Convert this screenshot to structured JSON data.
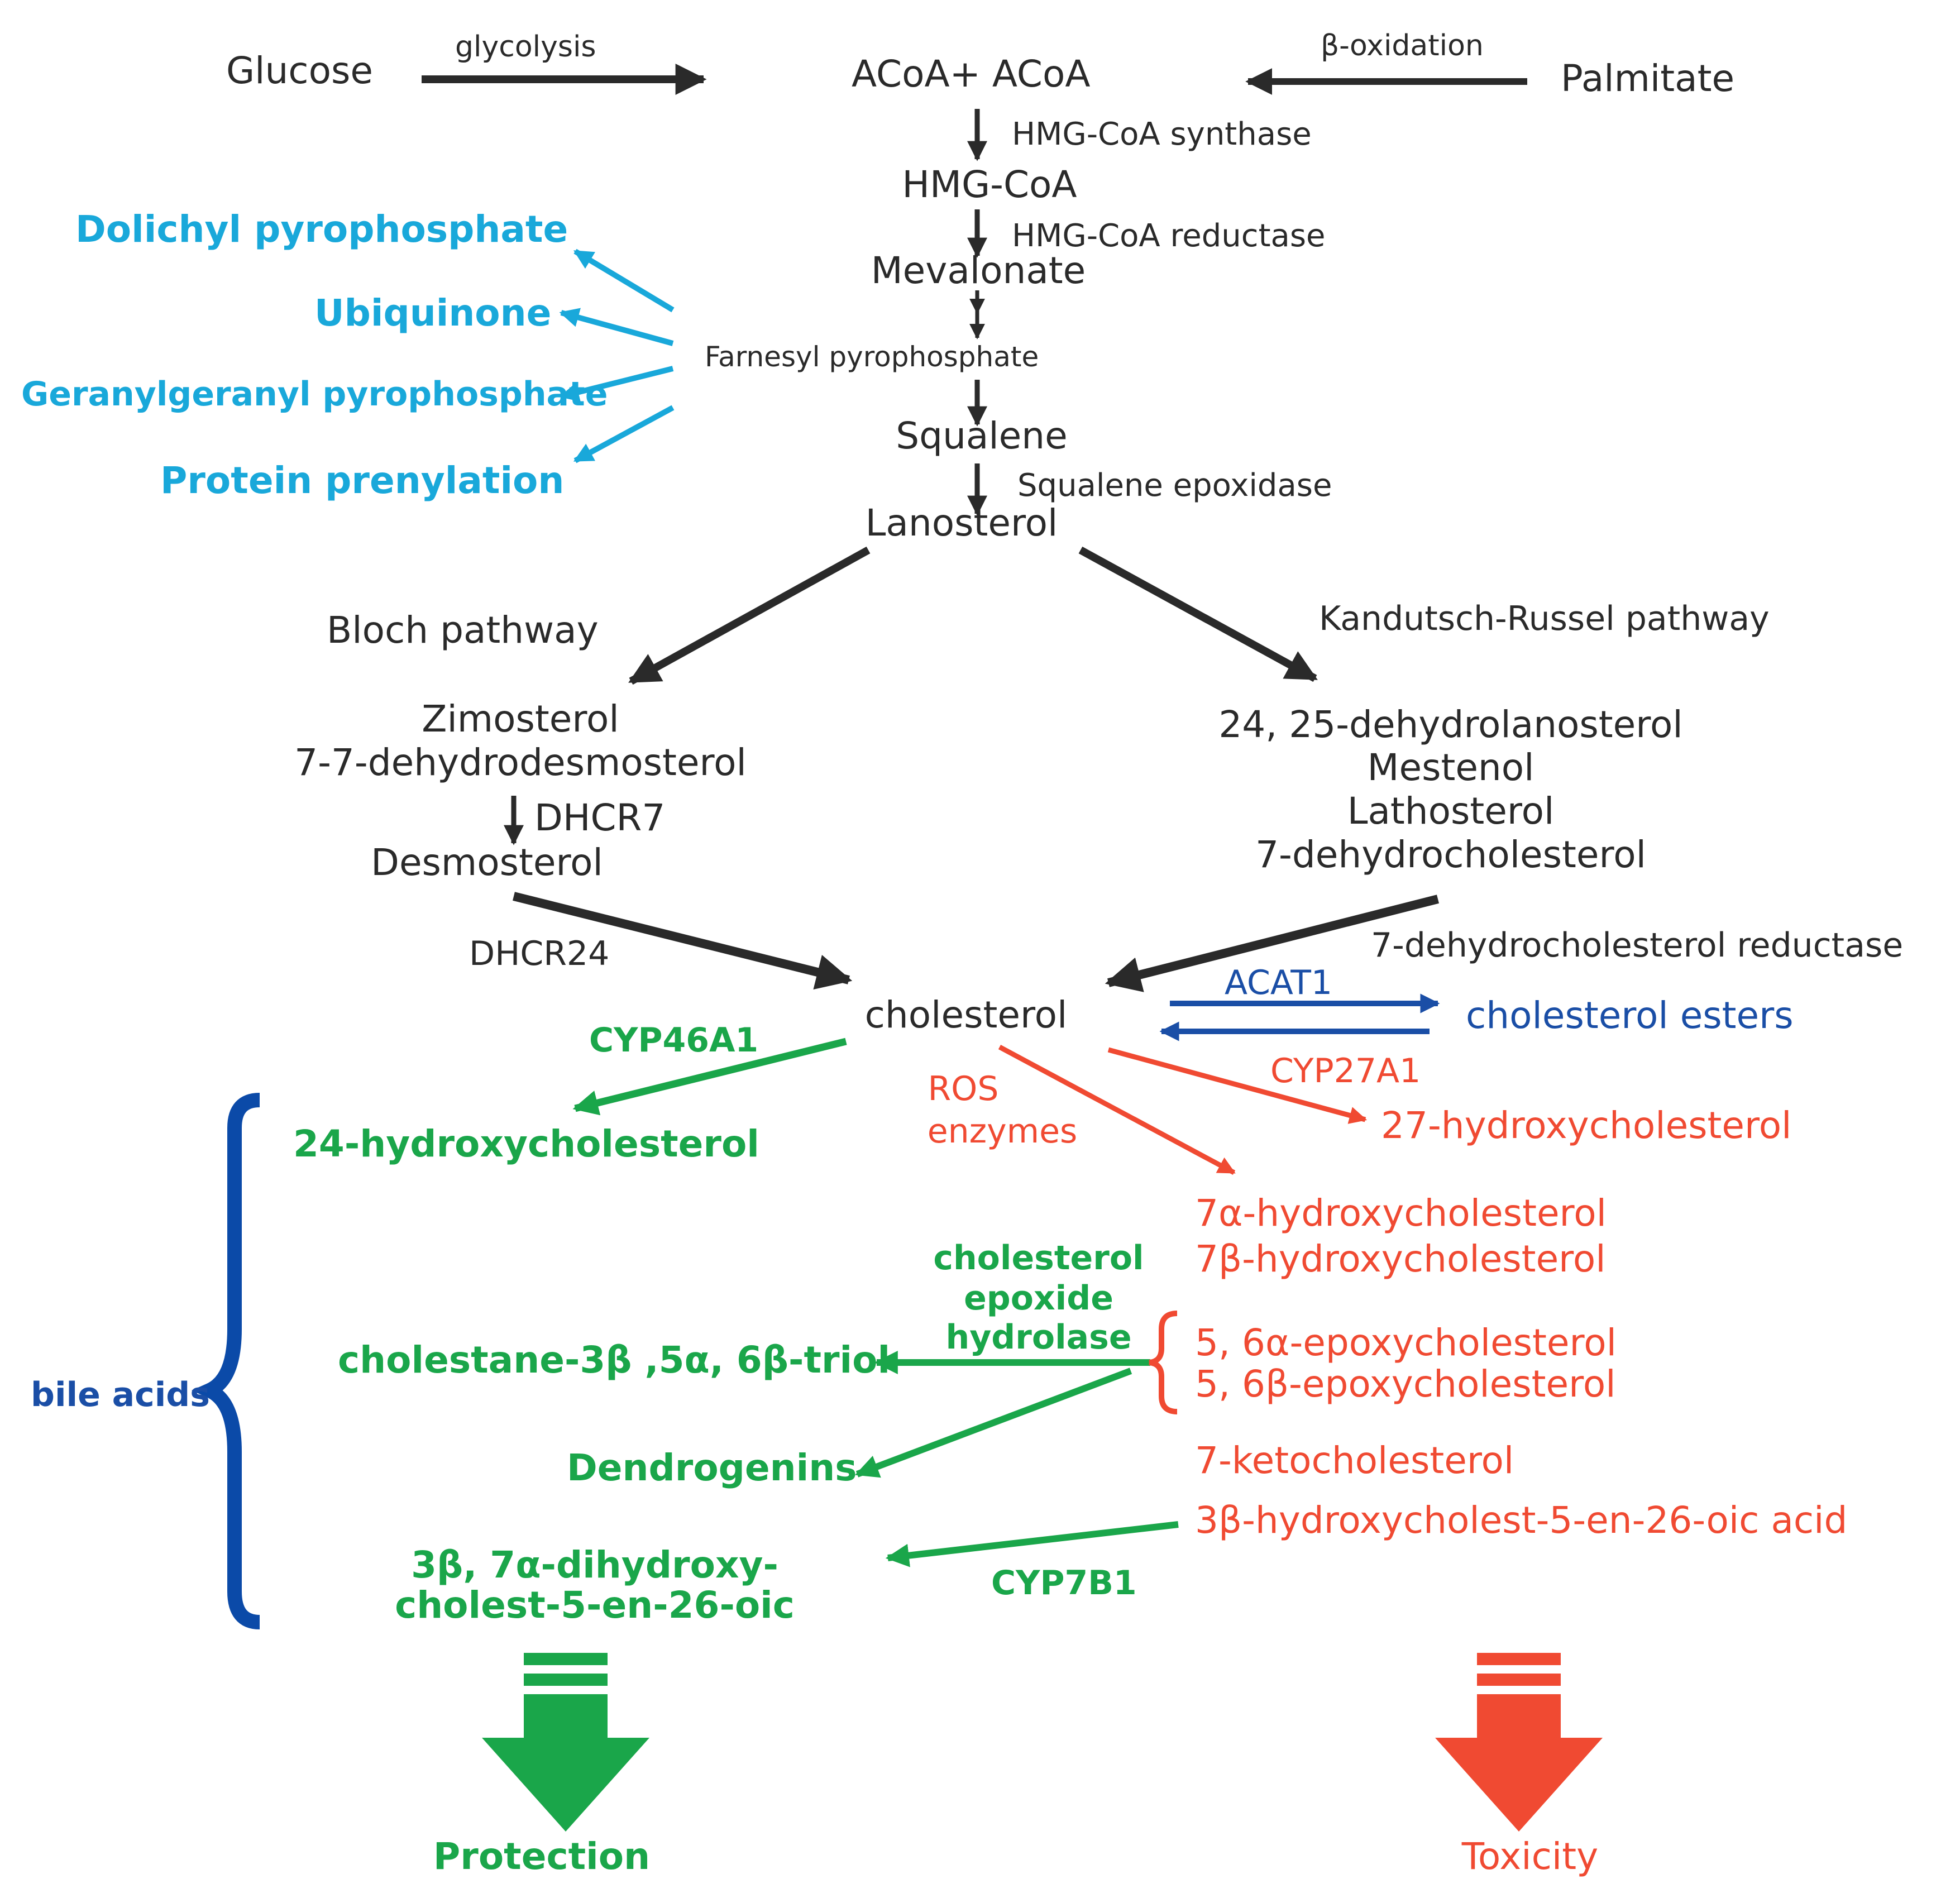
{
  "colors": {
    "main": "#2a2a2a",
    "branch": "#19a8da",
    "protective": "#1aa64a",
    "toxic": "#f04a32",
    "esterification": "#1a4ea6"
  },
  "top": {
    "glucose": "Glucose",
    "glycolysis": "glycolysis",
    "acoa": "ACoA+ ACoA",
    "beta_oxidation": "β-oxidation",
    "palmitate": "Palmitate"
  },
  "mevalonate": {
    "hmg_coa_synthase": "HMG-CoA synthase",
    "hmg_coa": "HMG-CoA",
    "hmg_coa_reductase": "HMG-CoA reductase",
    "mevalonate": "Mevalonate",
    "farnesyl": "Farnesyl pyrophosphate",
    "squalene": "Squalene",
    "squalene_epoxidase": "Squalene epoxidase",
    "lanosterol": "Lanosterol"
  },
  "isoprenoid_branches": [
    "Dolichyl pyrophosphate",
    "Ubiquinone",
    "Geranylgeranyl pyrophosphate",
    "Protein prenylation"
  ],
  "bloch": {
    "name": "Bloch pathway",
    "intermediates": [
      "Zimosterol",
      "7-7-dehydrodesmosterol"
    ],
    "dhcr7": "DHCR7",
    "desmosterol": "Desmosterol",
    "dhcr24": "DHCR24"
  },
  "kandutsch": {
    "name": "Kandutsch-Russel pathway",
    "intermediates": [
      "24, 25-dehydrolanosterol",
      "Mestenol",
      "Lathosterol",
      "7-dehydrocholesterol"
    ],
    "reductase": "7-dehydrocholesterol reductase"
  },
  "cholesterol": {
    "name": "cholesterol",
    "acat1": "ACAT1",
    "esters": "cholesterol esters"
  },
  "protective": {
    "cyp46a1": "CYP46A1",
    "hydroxy24": "24-hydroxycholesterol",
    "bile_acids": "bile acids",
    "hydrolase_lines": [
      "cholesterol",
      "epoxide",
      "hydrolase"
    ],
    "triol": "cholestane-3β ,5α, 6β-triol",
    "dendrogenins": "Dendrogenins",
    "dihydroxy_lines": [
      "3β, 7α-dihydroxy-",
      "cholest-5-en-26-oic"
    ],
    "cyp7b1": "CYP7B1",
    "outcome": "Protection"
  },
  "toxic": {
    "ros_lines": [
      "ROS",
      "enzymes"
    ],
    "cyp27a1": "CYP27A1",
    "hydroxy27": "27-hydroxycholesterol",
    "hydroxy7": [
      "7α-hydroxycholesterol",
      "7β-hydroxycholesterol"
    ],
    "epoxy": [
      "5, 6α-epoxycholesterol",
      "5, 6β-epoxycholesterol"
    ],
    "keto": "7-ketocholesterol",
    "oic_acid": "3β-hydroxycholest-5-en-26-oic acid",
    "outcome": "Toxicity"
  }
}
